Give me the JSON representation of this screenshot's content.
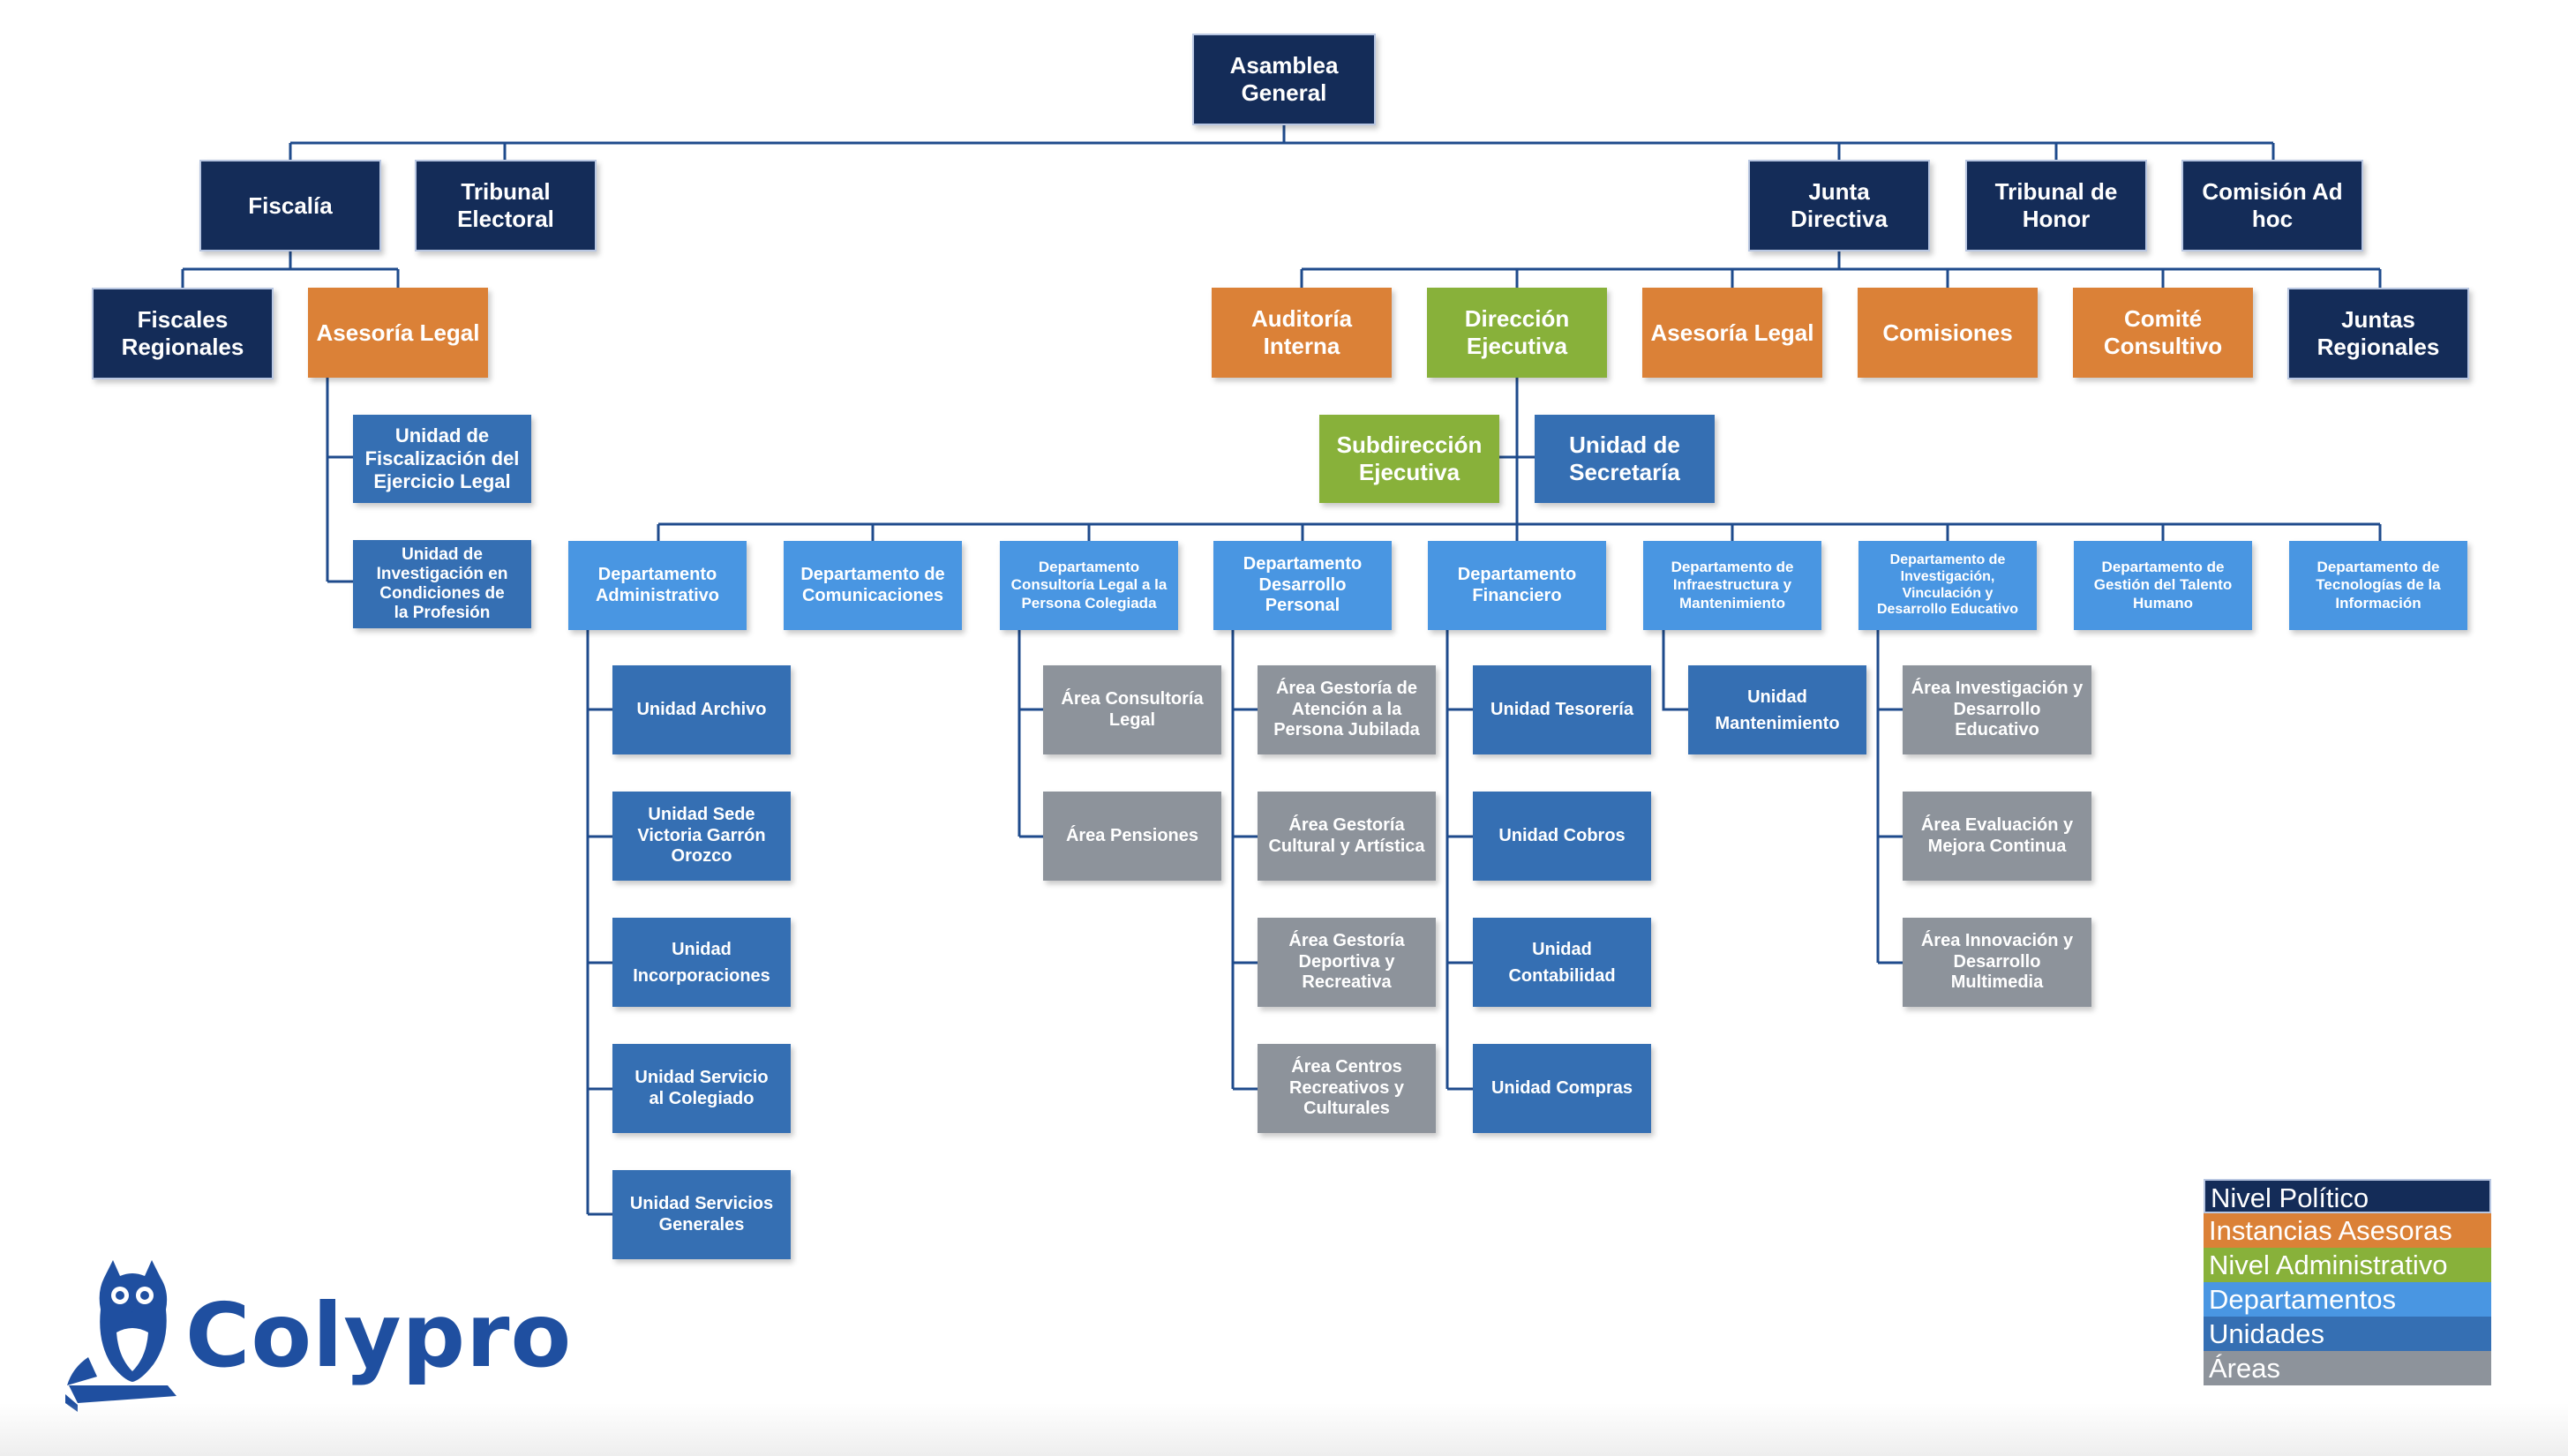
{
  "org": {
    "asamblea": "Asamblea\nGeneral",
    "fiscalia": "Fiscalía",
    "tribunal_electoral": "Tribunal\nElectoral",
    "junta_directiva": "Junta Directiva",
    "tribunal_honor": "Tribunal de\nHonor",
    "comision_ad_hoc": "Comisión Ad\nhoc",
    "fiscales_regionales": "Fiscales\nRegionales",
    "asesoria_legal_fiscalia": "Asesoría Legal",
    "auditoria_interna": "Auditoría\nInterna",
    "direccion_ejecutiva": "Dirección\nEjecutiva",
    "asesoria_legal_junta": "Asesoría Legal",
    "comisiones": "Comisiones",
    "comite_consultivo": "Comité\nConsultivo",
    "juntas_regionales": "Juntas\nRegionales",
    "unidad_fiscalizacion": "Unidad de\nFiscalización del\nEjercicio Legal",
    "unidad_investigacion": "Unidad de\nInvestigación  en\nCondiciones de\nla Profesión",
    "subdireccion": "Subdirección\nEjecutiva",
    "unidad_secretaria": "Unidad de\nSecretaría",
    "departamentos": [
      "Departamento\nAdministrativo",
      "Departamento de\nComunicaciones",
      "Departamento\nConsultoría Legal a la\nPersona Colegiada",
      "Departamento\nDesarrollo Personal",
      "Departamento\nFinanciero",
      "Departamento de\nInfraestructura y\nMantenimiento",
      "Departamento de\nInvestigación,\nVinculación y\nDesarrollo Educativo",
      "Departamento de\nGestión del Talento\nHumano",
      "Departamento de\nTecnologías de la\nInformación"
    ],
    "admin_unidades": [
      "Unidad Archivo",
      "Unidad Sede\nVictoria Garrón\nOrozco",
      "Unidad\nIncorporaciones",
      "Unidad Servicio\nal Colegiado",
      "Unidad Servicios\nGenerales"
    ],
    "consultoria_areas": [
      "Área Consultoría\nLegal",
      "Área Pensiones"
    ],
    "desarrollo_areas": [
      "Área Gestoría de\nAtención a la\nPersona Jubilada",
      "Área Gestoría\nCultural y Artística",
      "Área Gestoría\nDeportiva y\nRecreativa",
      "Área Centros\nRecreativos y\nCulturales"
    ],
    "financiero_unidades": [
      "Unidad Tesorería",
      "Unidad Cobros",
      "Unidad\nContabilidad",
      "Unidad Compras"
    ],
    "infra_unidad": "Unidad\nMantenimiento",
    "investigacion_areas": [
      "Área Investigación y\nDesarrollo Educativo",
      "Área Evaluación y\nMejora Continua",
      "Área Innovación y\nDesarrollo\nMultimedia"
    ]
  },
  "legend": [
    {
      "label": "Nivel Político",
      "color": "#142c58"
    },
    {
      "label": "Instancias Asesoras",
      "color": "#db8137"
    },
    {
      "label": "Nivel Administrativo",
      "color": "#88b13a"
    },
    {
      "label": "Departamentos",
      "color": "#4996e2"
    },
    {
      "label": "Unidades",
      "color": "#356fb3"
    },
    {
      "label": "Áreas",
      "color": "#8d939b"
    }
  ],
  "logo": {
    "brand": "Colypro",
    "icon": "owl-on-book-icon"
  },
  "colors": {
    "line": "#1f4b8c"
  }
}
